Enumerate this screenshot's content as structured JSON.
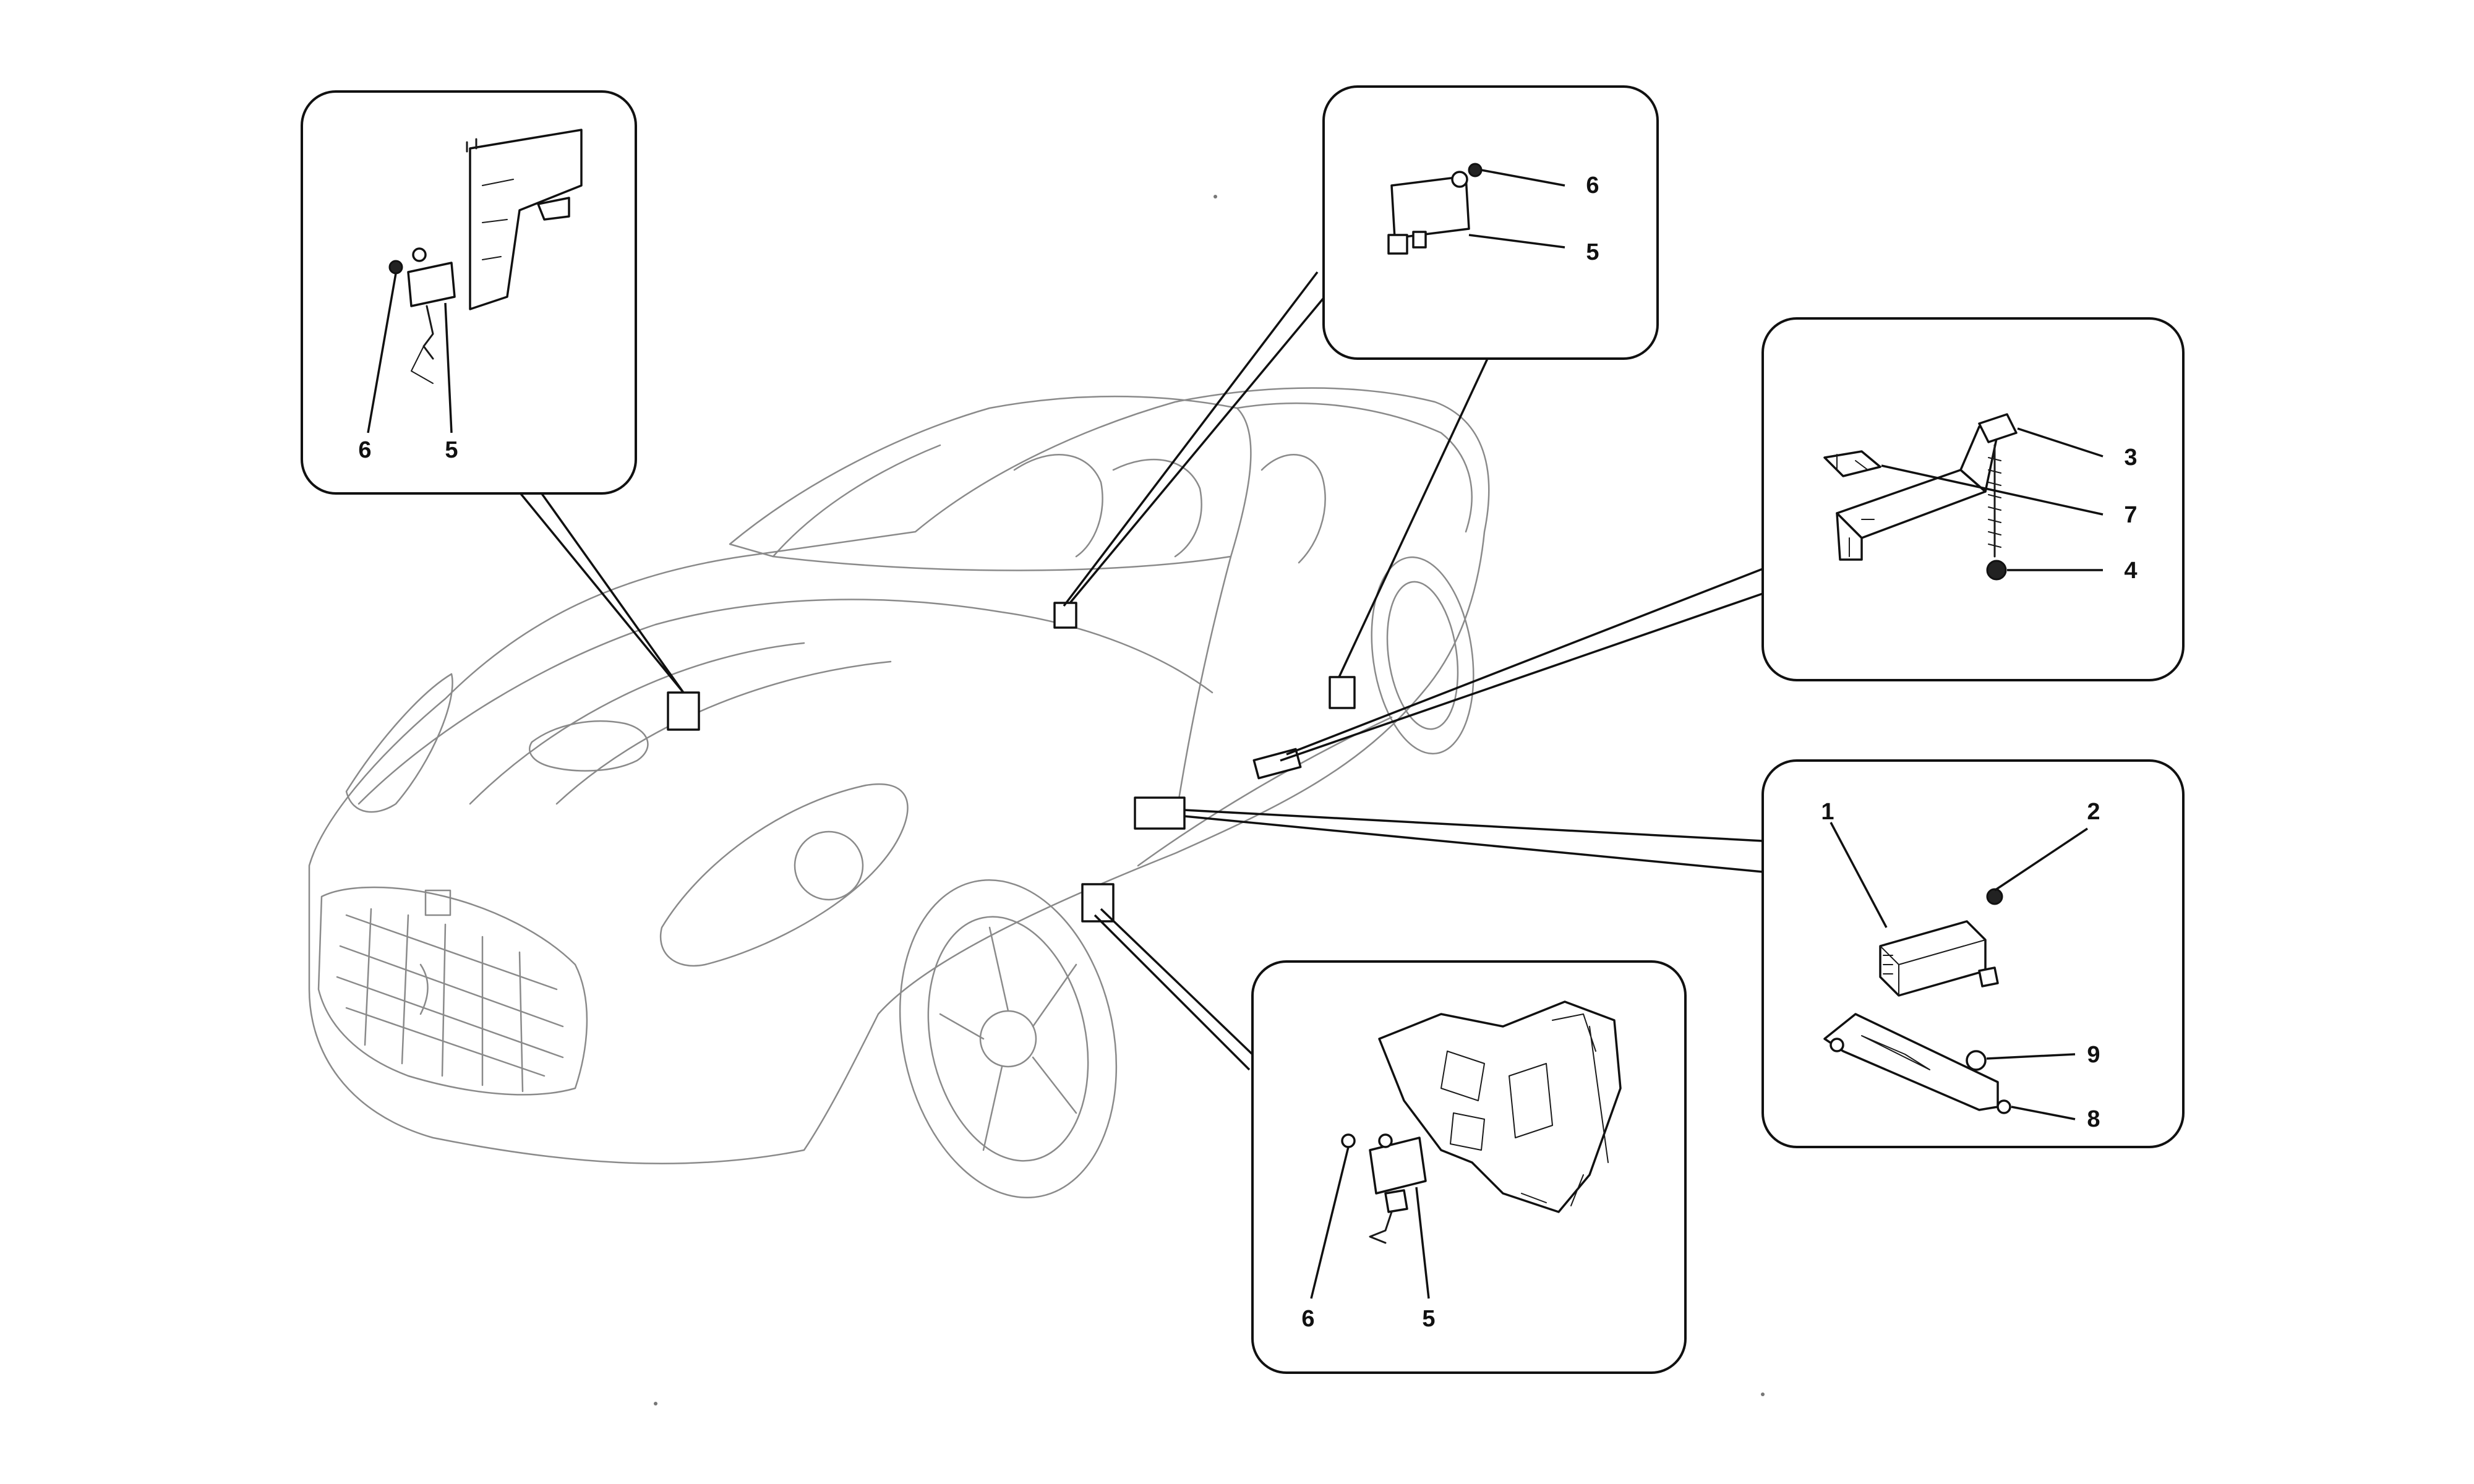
{
  "diagram": {
    "panels": [
      {
        "id": "hood-sensor",
        "labels": [
          "6",
          "5"
        ]
      },
      {
        "id": "windshield-sensor",
        "labels": [
          "6",
          "5"
        ]
      },
      {
        "id": "side-impact-sensor",
        "labels": [
          "3",
          "7",
          "4"
        ]
      },
      {
        "id": "airbag-control-unit",
        "labels": [
          "1",
          "2",
          "9",
          "8"
        ]
      },
      {
        "id": "front-wheel-sensor",
        "labels": [
          "6",
          "5"
        ]
      }
    ]
  }
}
